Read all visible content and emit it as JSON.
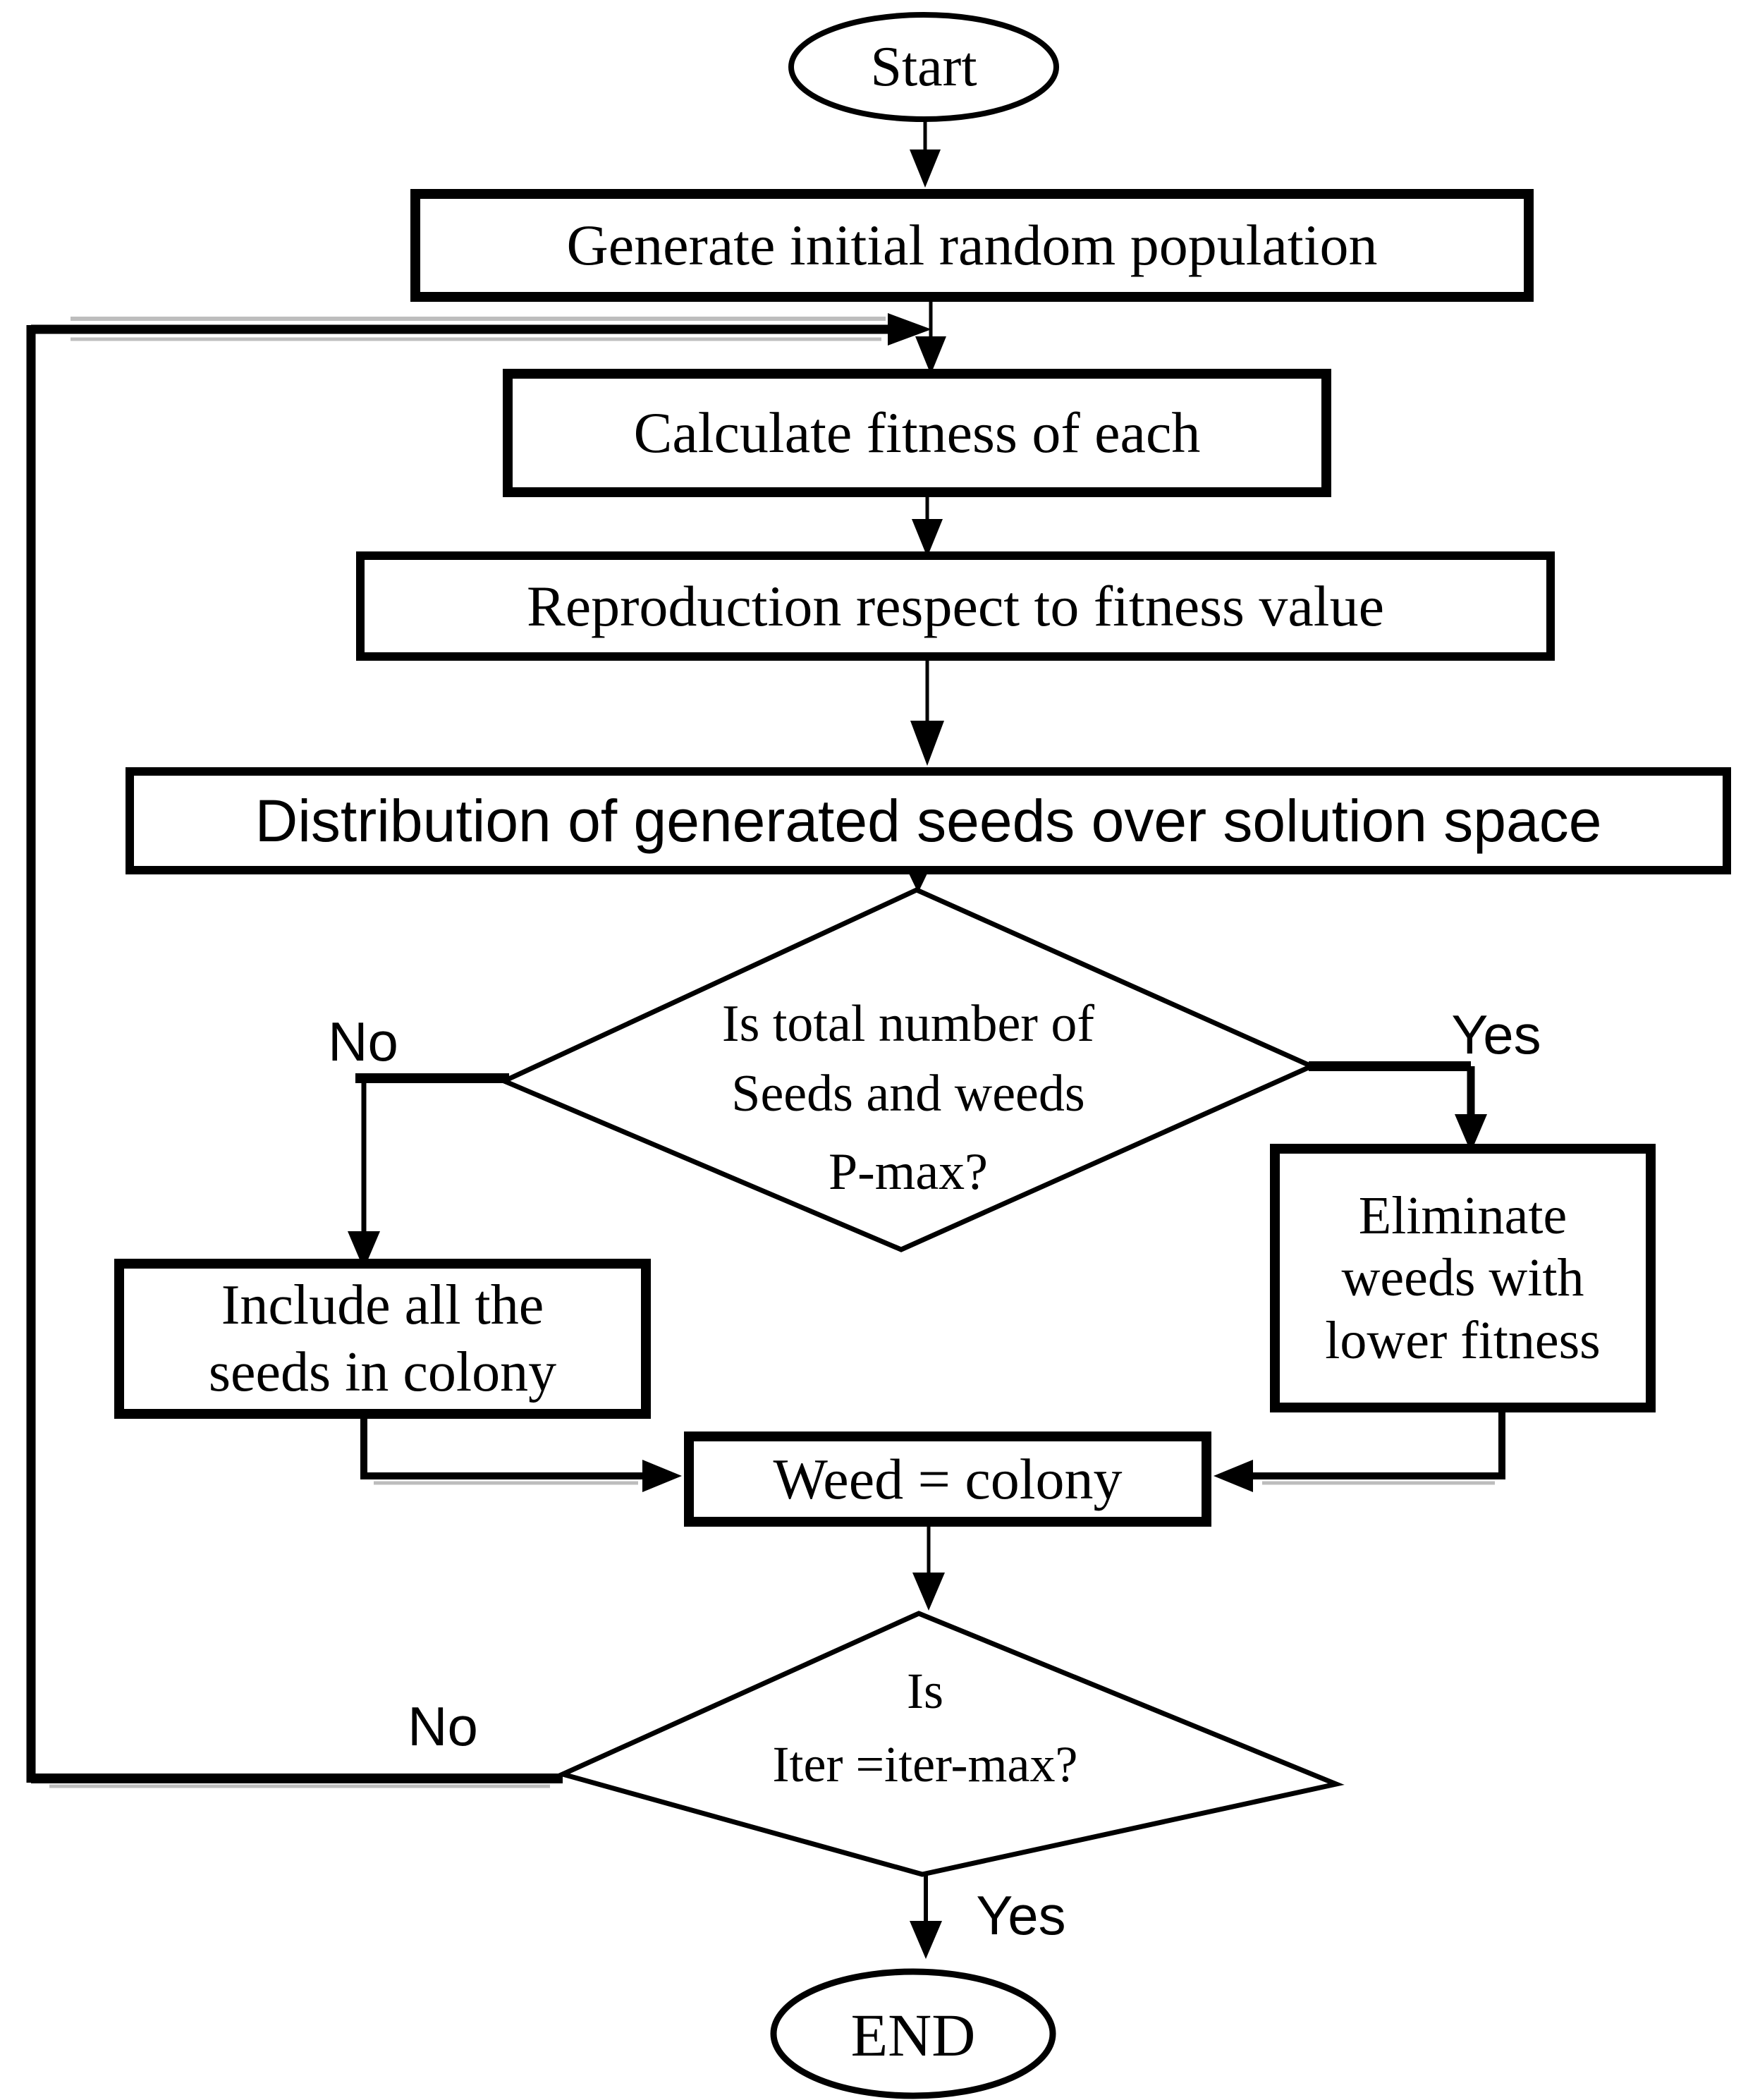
{
  "figure": {
    "type": "flowchart",
    "background_color": "#ffffff",
    "line_color": "#000000",
    "text_color": "#000000",
    "shadow_color": "#bdbdbd"
  },
  "nodes": {
    "start": {
      "shape": "terminator",
      "label": "Start"
    },
    "generate_population": {
      "shape": "process",
      "label": "Generate initial random population"
    },
    "calculate_fitness": {
      "shape": "process",
      "label": "Calculate fitness of each"
    },
    "reproduction": {
      "shape": "process",
      "label": "Reproduction respect to fitness value"
    },
    "distribution": {
      "shape": "process",
      "label": "Distribution of generated seeds over solution space"
    },
    "decision_pmax": {
      "shape": "decision",
      "lines": [
        "Is total number of",
        "Seeds and weeds",
        "P-max?"
      ]
    },
    "include_seeds": {
      "shape": "process",
      "lines": [
        "Include all the",
        "seeds in colony"
      ]
    },
    "eliminate_weeds": {
      "shape": "process",
      "lines": [
        "Eliminate",
        "weeds with",
        "lower fitness"
      ]
    },
    "weed_colony": {
      "shape": "process",
      "label": "Weed = colony"
    },
    "decision_iter": {
      "shape": "decision",
      "lines": [
        "Is",
        "Iter =iter-max?"
      ]
    },
    "end": {
      "shape": "terminator",
      "label": "END"
    }
  },
  "edges": [
    {
      "from": "start",
      "to": "generate_population",
      "label": ""
    },
    {
      "from": "generate_population",
      "to": "calculate_fitness",
      "label": ""
    },
    {
      "from": "calculate_fitness",
      "to": "reproduction",
      "label": ""
    },
    {
      "from": "reproduction",
      "to": "distribution",
      "label": ""
    },
    {
      "from": "distribution",
      "to": "decision_pmax",
      "label": ""
    },
    {
      "from": "decision_pmax",
      "to": "include_seeds",
      "label": "No"
    },
    {
      "from": "decision_pmax",
      "to": "eliminate_weeds",
      "label": "Yes"
    },
    {
      "from": "include_seeds",
      "to": "weed_colony",
      "label": ""
    },
    {
      "from": "eliminate_weeds",
      "to": "weed_colony",
      "label": ""
    },
    {
      "from": "weed_colony",
      "to": "decision_iter",
      "label": ""
    },
    {
      "from": "decision_iter",
      "to": "calculate_fitness",
      "label": "No"
    },
    {
      "from": "decision_iter",
      "to": "end",
      "label": "Yes"
    }
  ]
}
